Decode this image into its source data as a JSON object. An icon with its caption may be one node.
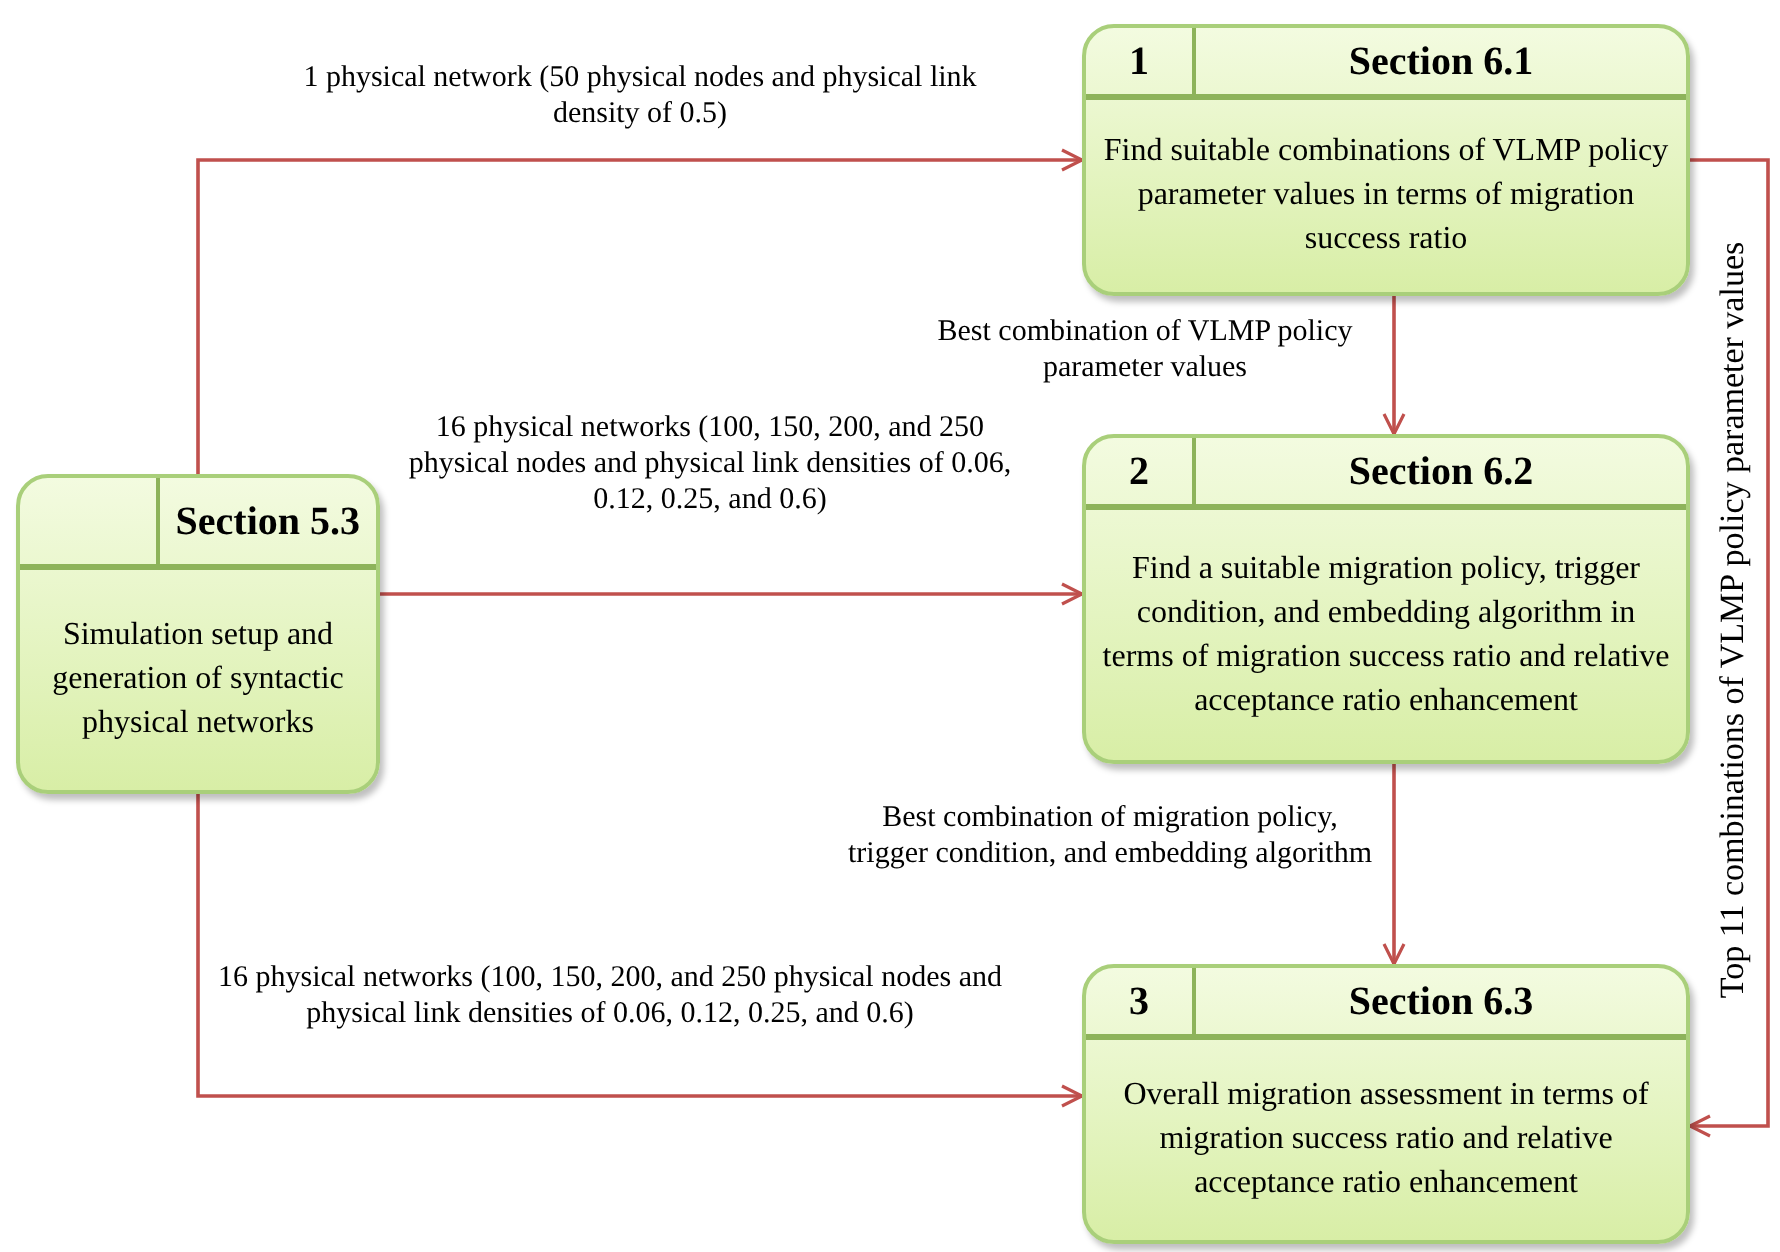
{
  "diagram": {
    "nodes": [
      {
        "text": [
          "Section 5.3",
          "Simulation setup and generation of syntactic physical networks"
        ]
      },
      {
        "text": [
          "1",
          "Section 6.1",
          "Find suitable combinations of VLMP policy parameter values in terms of migration success ratio"
        ]
      },
      {
        "text": [
          "2",
          "Section 6.2",
          "Find a suitable migration policy, trigger condition, and embedding algorithm in terms of migration success ratio and relative acceptance ratio enhancement"
        ]
      },
      {
        "text": [
          "3",
          "Section 6.3",
          "Overall migration assessment in terms of migration success ratio and relative acceptance ratio enhancement"
        ]
      }
    ],
    "edges": [
      {
        "from": 0,
        "to": 1,
        "arrow": "to",
        "label": "1 physical network (50 physical nodes and physical link density of 0.5)"
      },
      {
        "from": 0,
        "to": 2,
        "arrow": "to",
        "label": "16 physical networks (100, 150, 200, and 250 physical nodes and physical link densities of 0.06, 0.12, 0.25, and 0.6)"
      },
      {
        "from": 0,
        "to": 3,
        "arrow": "to",
        "label": "16 physical networks (100, 150, 200, and 250 physical nodes and physical link densities of 0.06, 0.12, 0.25, and 0.6)"
      },
      {
        "from": 1,
        "to": 2,
        "arrow": "to",
        "label": "Best combination of VLMP policy parameter values"
      },
      {
        "from": 2,
        "to": 3,
        "arrow": "to",
        "label": "Best combination of migration policy, trigger condition, and embedding algorithm"
      },
      {
        "from": 1,
        "to": 3,
        "arrow": "to",
        "label": "Top 11 combinations of VLMP policy parameter values"
      }
    ]
  }
}
